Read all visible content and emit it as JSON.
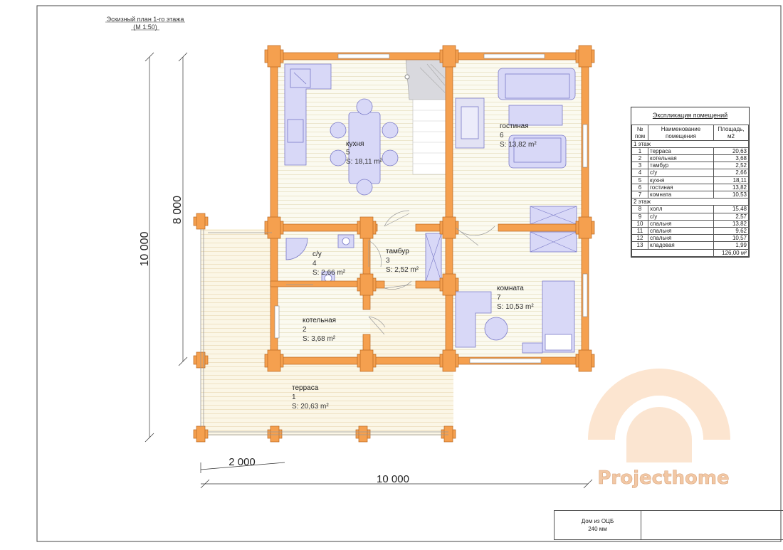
{
  "header": {
    "title": "Эскизный план 1-го этажа",
    "scale": "(М 1:50)"
  },
  "rooms": {
    "kitchen": {
      "name": "кухня",
      "num": "5",
      "area": "S: 18,11 m²"
    },
    "living": {
      "name": "гостиная",
      "num": "6",
      "area": "S: 13,82 m²"
    },
    "wc": {
      "name": "с/у",
      "num": "4",
      "area": "S: 2,66 m²"
    },
    "vestibule": {
      "name": "тамбур",
      "num": "3",
      "area": "S: 2,52 m²"
    },
    "boiler": {
      "name": "котельная",
      "num": "2",
      "area": "S:  3,68 m²"
    },
    "room": {
      "name": "комната",
      "num": "7",
      "area": "S: 10,53 m²"
    },
    "terrace": {
      "name": "терраса",
      "num": "1",
      "area": "S: 20,63 m²"
    }
  },
  "dims": {
    "total_width": "10 000",
    "terrace_width": "2 000",
    "total_height": "10 000",
    "house_height": "8 000"
  },
  "legend": {
    "title": "Экспликация помещений",
    "col_num": "№ пом",
    "col_name": "Наименование помещения",
    "col_area": "Площадь, м2",
    "sections": [
      {
        "label": "1 этаж",
        "rows": [
          {
            "n": "1",
            "name": "терраса",
            "area": "20,63"
          },
          {
            "n": "2",
            "name": "котельная",
            "area": "3,68"
          },
          {
            "n": "3",
            "name": "тамбур",
            "area": "2,52"
          },
          {
            "n": "4",
            "name": "с/у",
            "area": "2,66"
          },
          {
            "n": "5",
            "name": "кухня",
            "area": "18,11"
          },
          {
            "n": "6",
            "name": "гостиная",
            "area": "13,82"
          },
          {
            "n": "7",
            "name": "комната",
            "area": "10,53"
          }
        ]
      },
      {
        "label": "2 этаж",
        "rows": [
          {
            "n": "8",
            "name": "холл",
            "area": "15,48"
          },
          {
            "n": "9",
            "name": "с/у",
            "area": "2,57"
          },
          {
            "n": "10",
            "name": "спальня",
            "area": "13,82"
          },
          {
            "n": "11",
            "name": "спальня",
            "area": "9,62"
          },
          {
            "n": "12",
            "name": "спальня",
            "area": "10,57"
          },
          {
            "n": "13",
            "name": "кладовая",
            "area": "1,99"
          }
        ]
      }
    ],
    "total": "126,00 м²"
  },
  "stamp": {
    "line1": "Дом из ОЦБ",
    "line2": "240 мм"
  },
  "watermark": {
    "brand": "Projecthome"
  },
  "colors": {
    "wall": "#f5a04f",
    "wall_edge": "#b8651f",
    "furniture": "#d8d8f7",
    "furniture_edge": "#7070c8",
    "floor": "#f7f5e6",
    "terrace_floor": "#f9f4e4",
    "watermark": "#f7c9a0"
  }
}
